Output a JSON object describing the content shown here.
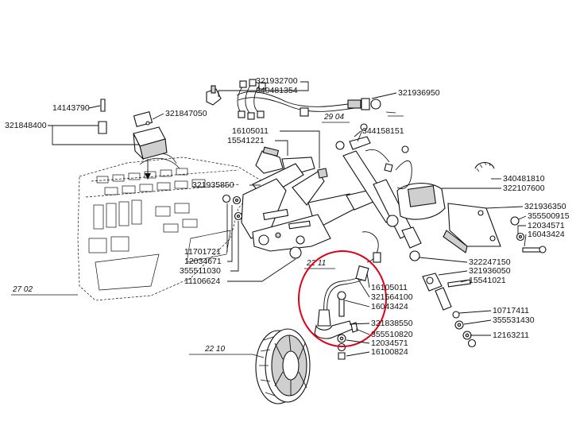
{
  "colors": {
    "line": "#111111",
    "highlight": "#e0001a",
    "background": "#ffffff"
  },
  "parts": {
    "p321932700": "321932700",
    "p340481354": "340481354",
    "p321936950": "321936950",
    "p14143790": "14143790",
    "p321847050": "321847050",
    "p321848400": "321848400",
    "p16105011a": "16105011",
    "p15541221": "15541221",
    "p344158151": "344158151",
    "p321935850": "321935850",
    "p340481810": "340481810",
    "p322107600": "322107600",
    "p321936350": "321936350",
    "p355500915": "355500915",
    "p12034571a": "12034571",
    "p16043424a": "16043424",
    "p11701721": "11701721",
    "p12034671": "12034671",
    "p355511030": "355511030",
    "p11106624": "11106624",
    "p322247150": "322247150",
    "p321936050": "321936050",
    "p15541021": "15541021",
    "p16105011b": "16105011",
    "p321564100": "321564100",
    "p16043424b": "16043424",
    "p321838550": "321838550",
    "p355510820": "355510820",
    "p12034571b": "12034571",
    "p16100824": "16100824",
    "p10717411": "10717411",
    "p355531430": "355531430",
    "p12163211": "12163211"
  },
  "refs": {
    "r2904": "29 04",
    "r2211": "22 11",
    "r2702": "27 02",
    "r2210": "22 10"
  }
}
